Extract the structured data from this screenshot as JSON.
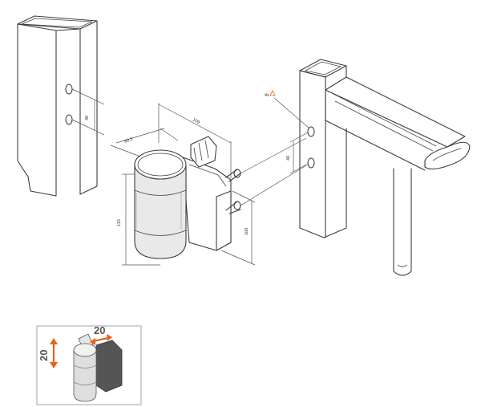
{
  "dimensions": {
    "post_hole_spacing_left": "40",
    "post_hole_spacing_right": "40",
    "hinge_width": "109",
    "hinge_diameter": "60,5",
    "hinge_height": "115",
    "plate_height": "100"
  },
  "callout": {
    "label": "4x",
    "warning_symbol": "warning-triangle-icon",
    "accent_color": "#e8601c"
  },
  "inset": {
    "adjust_horizontal": "20",
    "adjust_vertical": "20",
    "arrow_color": "#e8601c",
    "border_color": "#9a9a9a"
  }
}
